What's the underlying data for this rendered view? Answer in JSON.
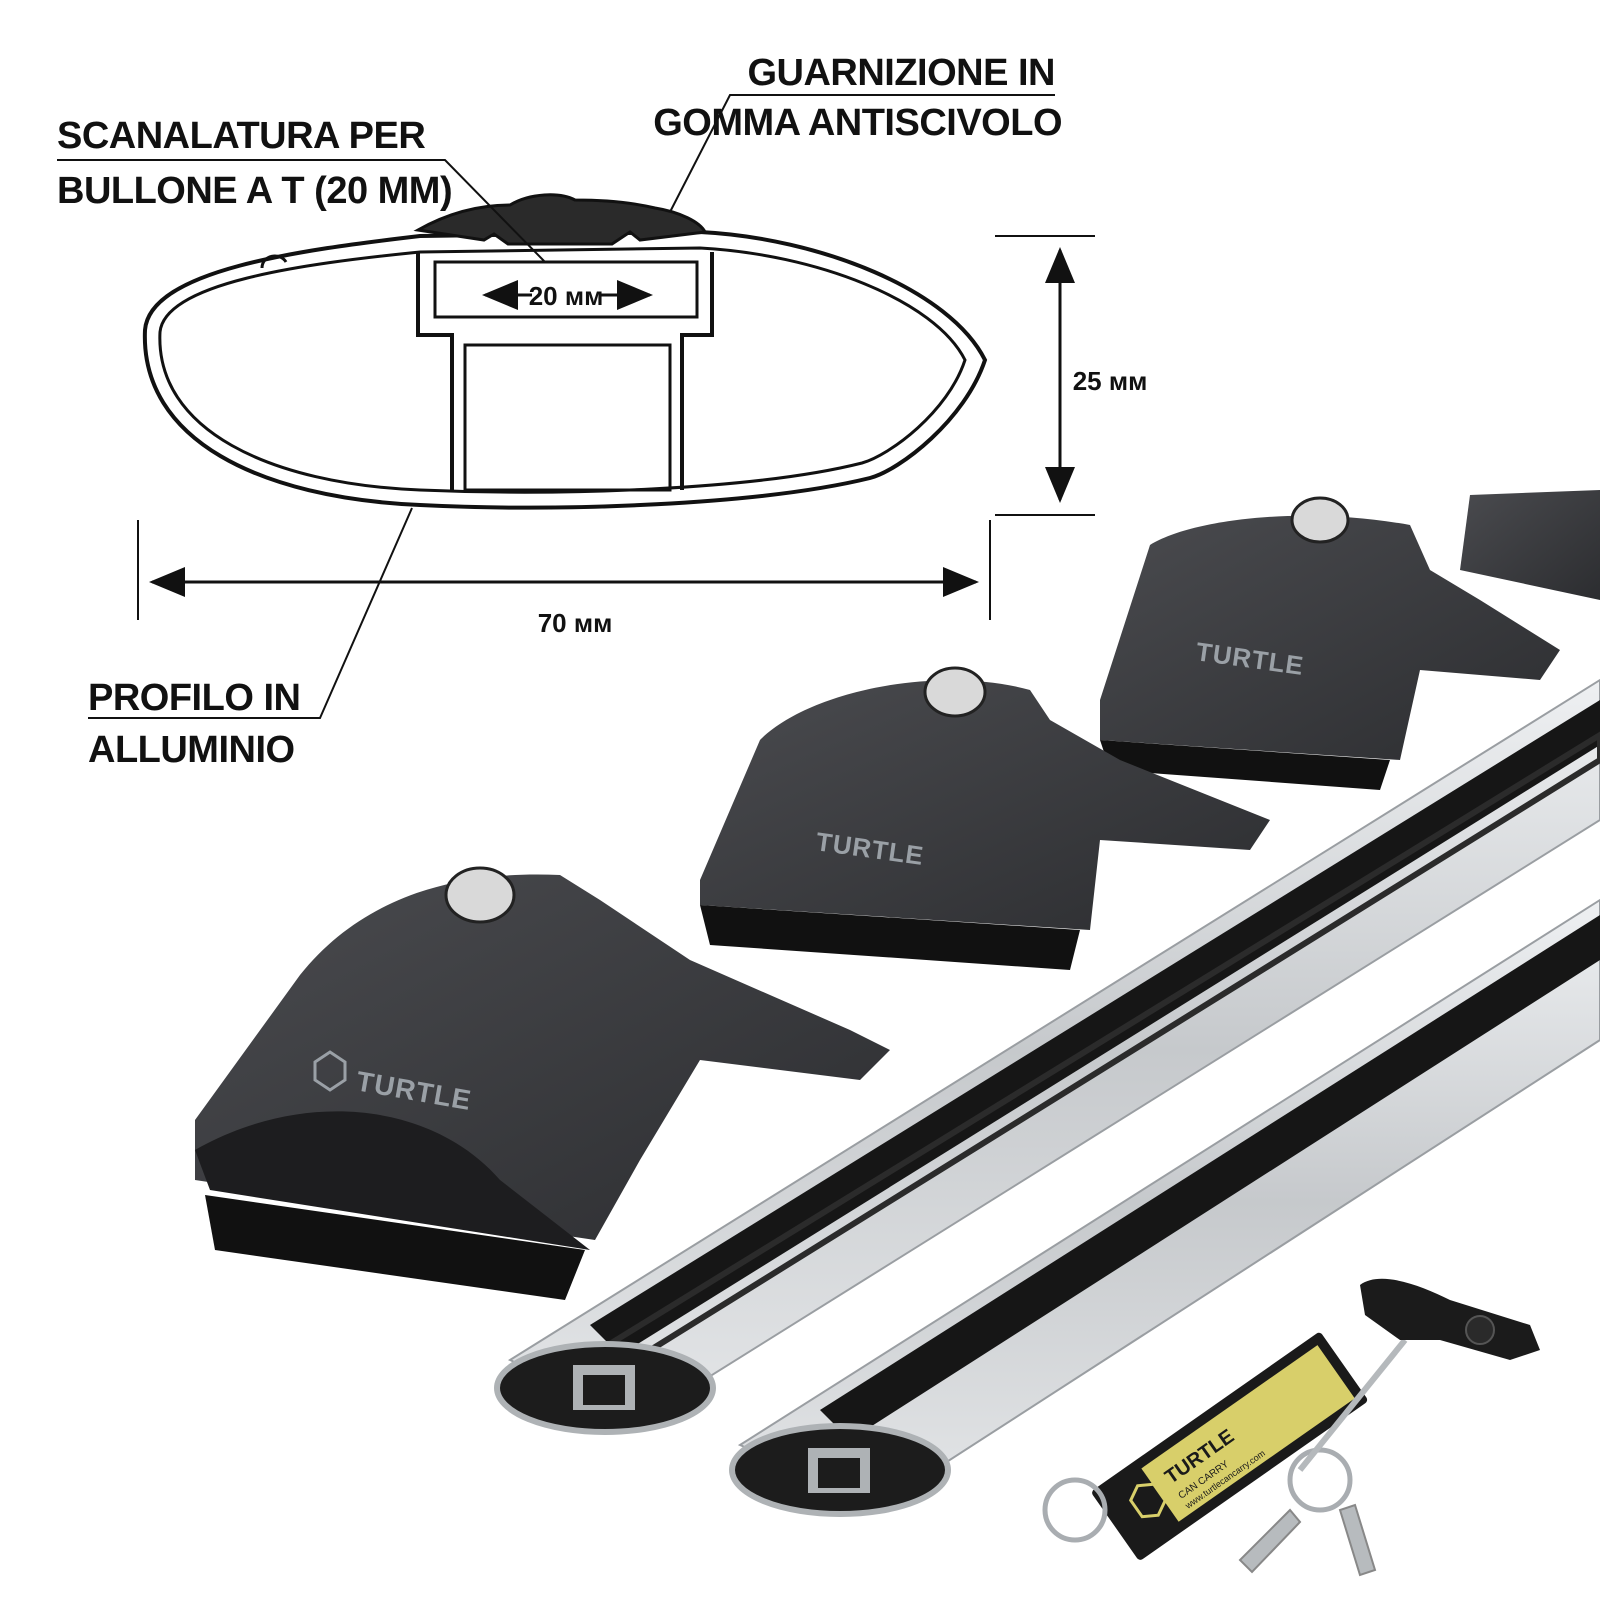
{
  "labels": {
    "slot_line1": "SCANALATURA PER",
    "slot_line2": "BULLONE A T (20 MM)",
    "gasket_line1": "GUARNIZIONE IN",
    "gasket_line2": "GOMMA ANTISCIVOLO",
    "profile_line1": "PROFILO IN",
    "profile_line2": "ALLUMINIO"
  },
  "dimensions": {
    "slot_width": "20 мм",
    "height": "25 мм",
    "width": "70 мм"
  },
  "brand": {
    "name": "TURTLE",
    "tagline": "CAN CARRY",
    "url": "www.turtlecancarry.com"
  },
  "colors": {
    "foot_body": "#3a3b3e",
    "rubber": "#141414",
    "aluminium": "#c9cccf",
    "tag_yellow": "#d8cf6a"
  }
}
